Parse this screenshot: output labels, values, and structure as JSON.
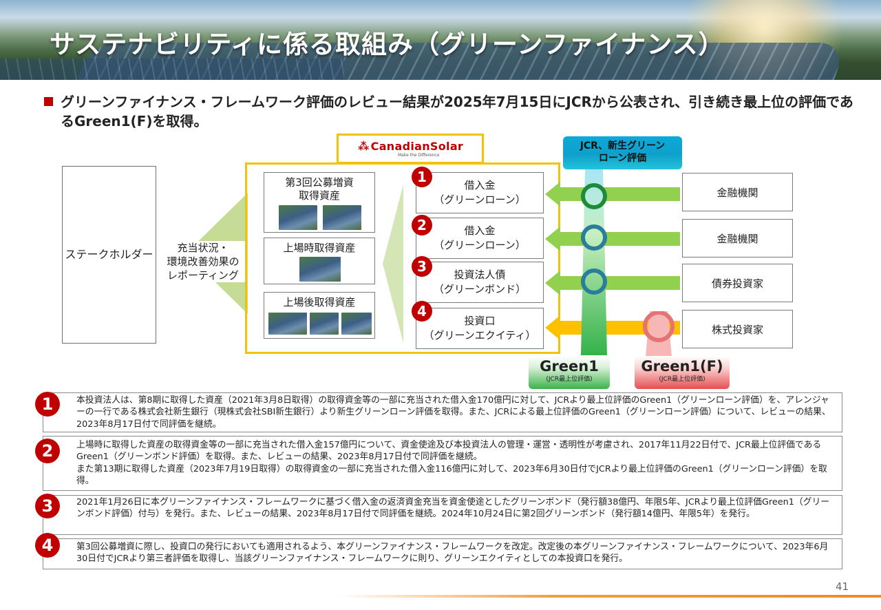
{
  "header": {
    "title": "サステナビリティに係る取組み（グリーンファイナンス）"
  },
  "lead": {
    "text": "グリーンファイナンス・フレームワーク評価のレビュー結果が2025年7月15日にJCRから公表され、引き続き最上位の評価であるGreen1(F)を取得。"
  },
  "diagram": {
    "stakeholder": "ステークホルダー",
    "reporting": [
      "充当状況・",
      "環境改善効果の",
      "レポーティング"
    ],
    "logo": {
      "name": "CanadianSolar",
      "tagline": "Make the Difference"
    },
    "assets": [
      {
        "label": [
          "第3回公募増資",
          "取得資産"
        ]
      },
      {
        "label": [
          "上場時取得資産"
        ]
      },
      {
        "label": [
          "上場後取得資産"
        ]
      }
    ],
    "financing": [
      {
        "num": "1",
        "lines": [
          "借入金",
          "（グリーンローン）"
        ]
      },
      {
        "num": "2",
        "lines": [
          "借入金",
          "（グリーンローン）"
        ]
      },
      {
        "num": "3",
        "lines": [
          "投資法人債",
          "（グリーンボンド）"
        ]
      },
      {
        "num": "4",
        "lines": [
          "投資口",
          "（グリーンエクイティ）"
        ]
      }
    ],
    "investors": [
      "金融機関",
      "金融機関",
      "債券投資家",
      "株式投資家"
    ],
    "jcr_label": [
      "JCR、新生グリーン",
      "ローン評価"
    ],
    "ratings": [
      {
        "big": "Green1",
        "small": "(JCR最上位評価)"
      },
      {
        "big": "Green1(F)",
        "small": "(JCR最上位評価)"
      }
    ],
    "colors": {
      "accent_red": "#c00000",
      "frame_yellow": "#f3c200",
      "arrow_green": "#92d050",
      "arrow_yellow": "#ffc000"
    }
  },
  "notes": [
    {
      "num": "1",
      "lines": [
        "本投資法人は、第8期に取得した資産（2021年3月8日取得）の取得資金等の一部に充当された借入金170億円に対して、JCRより最上位評価のGreen1（グリーンローン評価）を、アレンジャーの一行である株式会社新生銀行（現株式会社SBI新生銀行）より新生グリーンローン評価を取得。また、JCRによる最上位評価のGreen1（グリーンローン評価）について、レビューの結果、2023年8月17日付で同評価を継続。"
      ]
    },
    {
      "num": "2",
      "lines": [
        "上場時に取得した資産の取得資金等の一部に充当された借入金157億円について、資金使途及び本投資法人の管理・運営・透明性が考慮され、2017年11月22日付で、JCR最上位評価であるGreen1（グリーンボンド評価）を取得。また、レビューの結果、2023年8月17日付で同評価を継続。",
        "また第13期に取得した資産（2023年7月19日取得）の取得資金の一部に充当された借入金116億円に対して、2023年6月30日付でJCRより最上位評価のGreen1（グリーンローン評価）を取得。"
      ]
    },
    {
      "num": "3",
      "lines": [
        "2021年1月26日に本グリーンファイナンス・フレームワークに基づく借入金の返済資金充当を資金使途としたグリーンボンド（発行額38億円、年限5年、JCRより最上位評価Green1（グリーンボンド評価）付与）を発行。また、レビューの結果、2023年8月17日付で同評価を継続。2024年10月24日に第2回グリーンボンド（発行額14億円、年限5年）を発行。"
      ]
    },
    {
      "num": "4",
      "lines": [
        "第3回公募増資に際し、投資口の発行においても適用されるよう、本グリーンファイナンス・フレームワークを改定。改定後の本グリーンファイナンス・フレームワークについて、2023年6月30日付でJCRより第三者評価を取得し、当該グリーンファイナンス・フレームワークに則り、グリーンエクイティとしての本投資口を発行。"
      ]
    }
  ],
  "page_number": "41"
}
